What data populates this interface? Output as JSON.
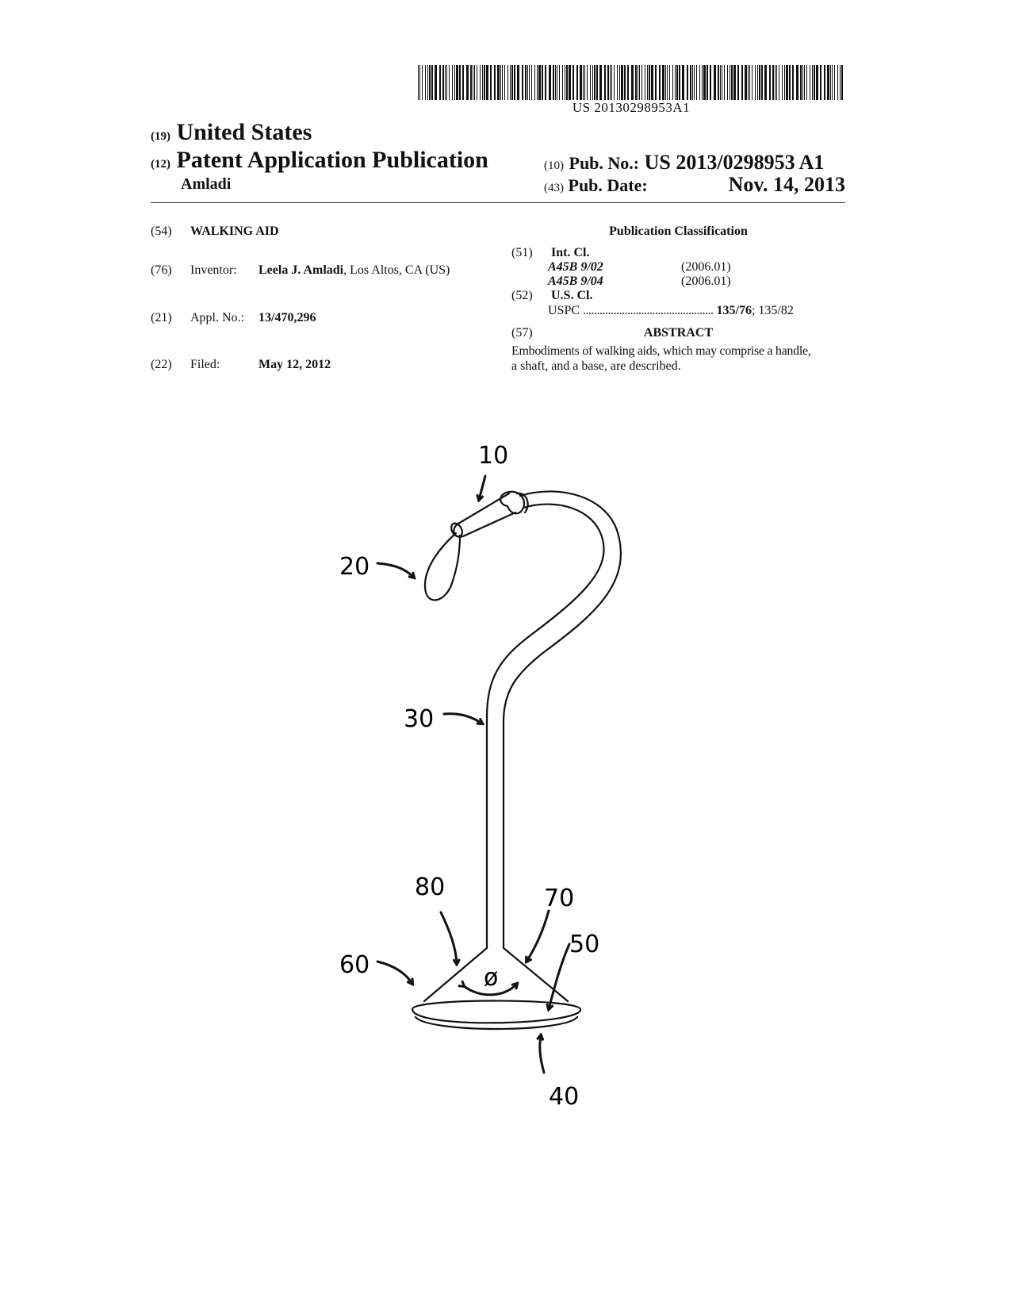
{
  "header": {
    "barcode_text": "US 20130298953A1",
    "code_19": "(19)",
    "country": "United States",
    "code_12": "(12)",
    "pub_type": "Patent Application Publication",
    "inventor_short": "Amladi",
    "code_10": "(10)",
    "pub_no_label": "Pub. No.:",
    "pub_no": "US 2013/0298953 A1",
    "code_43": "(43)",
    "pub_date_label": "Pub. Date:",
    "pub_date": "Nov. 14, 2013"
  },
  "bibliographic": {
    "title": {
      "code": "(54)",
      "value": "WALKING AID"
    },
    "inventor": {
      "code": "(76)",
      "label": "Inventor:",
      "name": "Leela J. Amladi",
      "location": ", Los Altos, CA (US)"
    },
    "appl": {
      "code": "(21)",
      "label": "Appl. No.:",
      "value": "13/470,296"
    },
    "filed": {
      "code": "(22)",
      "label": "Filed:",
      "value": "May 12, 2012"
    }
  },
  "classification": {
    "heading": "Publication Classification",
    "int_cl": {
      "code": "(51)",
      "label": "Int. Cl.",
      "entries": [
        {
          "class": "A45B 9/02",
          "year": "(2006.01)"
        },
        {
          "class": "A45B 9/04",
          "year": "(2006.01)"
        }
      ]
    },
    "us_cl": {
      "code": "(52)",
      "label": "U.S. Cl.",
      "sub": "USPC",
      "dots": "...............................................",
      "primary": "135/76",
      "secondary": "; 135/82"
    }
  },
  "abstract": {
    "code": "(57)",
    "heading": "ABSTRACT",
    "line1": "Embodiments of walking aids, which may comprise a handle,",
    "line2": "a shaft, and a base, are described."
  },
  "figure": {
    "labels": {
      "l10": "10",
      "l20": "20",
      "l30": "30",
      "l40": "40",
      "l50": "50",
      "l60": "60",
      "l70": "70",
      "l80": "80",
      "angle": "ø"
    }
  }
}
